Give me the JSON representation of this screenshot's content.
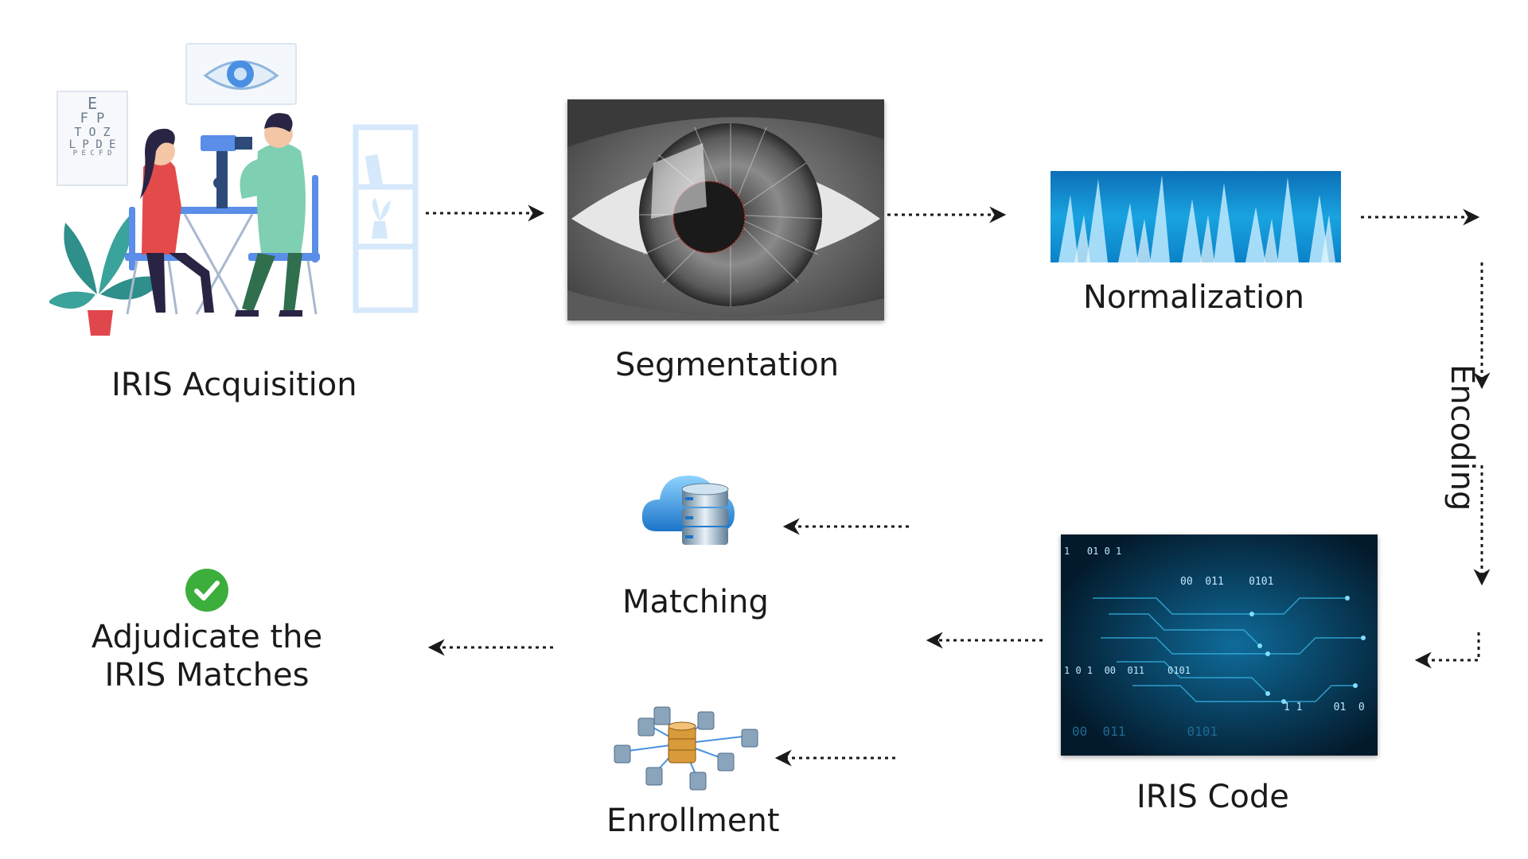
{
  "steps": {
    "acquisition": "IRIS Acquisition",
    "segmentation": "Segmentation",
    "normalization": "Normalization",
    "encoding": "Encoding",
    "iris_code": "IRIS Code",
    "matching": "Matching",
    "enrollment": "Enrollment",
    "adjudicate_line1": "Adjudicate the",
    "adjudicate_line2": "IRIS Matches"
  },
  "eye_chart": {
    "rows": [
      "E",
      "F P",
      "T O Z",
      "L P D E",
      "P E C F D"
    ]
  },
  "code_bits": {
    "line1": "1   01 0 1",
    "line2": "00  011    0101",
    "line3": "1 0 1  00  011    0101",
    "line4": "1 1     01  0  1",
    "line5": "00  011        0101"
  },
  "colors": {
    "accent_blue": "#1e90c8",
    "check_green": "#3cae3c",
    "arrow": "#1a1a1a"
  }
}
